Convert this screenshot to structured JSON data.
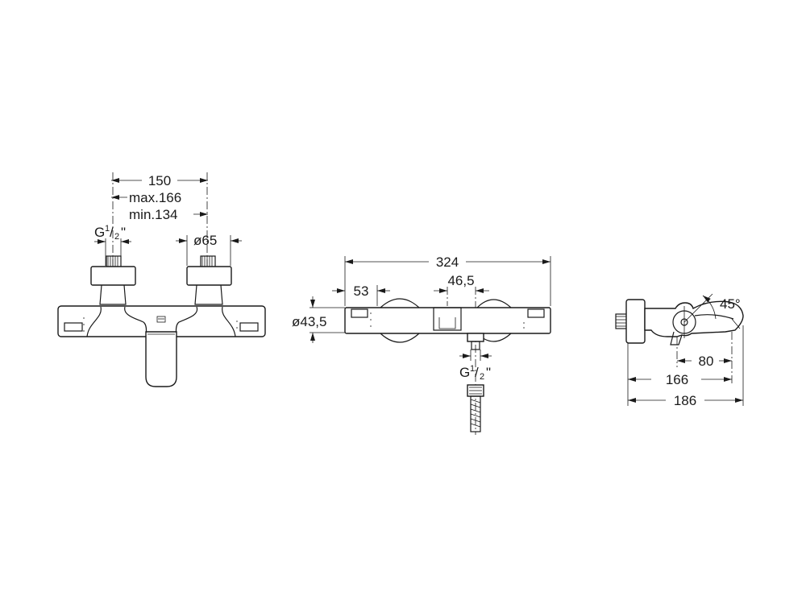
{
  "front_view": {
    "width_label": "150",
    "max_label": "max.166",
    "min_label": "min.134",
    "thread_label_prefix": "G",
    "thread_label_sup": "1",
    "thread_label_sub": "2",
    "thread_label_suffix": "\"",
    "diameter_label": "ø65"
  },
  "top_view": {
    "length_label": "324",
    "offset_label": "53",
    "center_label": "46,5",
    "diameter_label": "ø43,5",
    "thread_label_prefix": "G",
    "thread_label_sup": "1",
    "thread_label_sub": "2",
    "thread_label_suffix": "\""
  },
  "side_view": {
    "angle_label": "45°",
    "spout_label": "80",
    "depth_label": "166",
    "total_label": "186"
  },
  "colors": {
    "line": "#1a1a1a",
    "background": "#ffffff"
  }
}
